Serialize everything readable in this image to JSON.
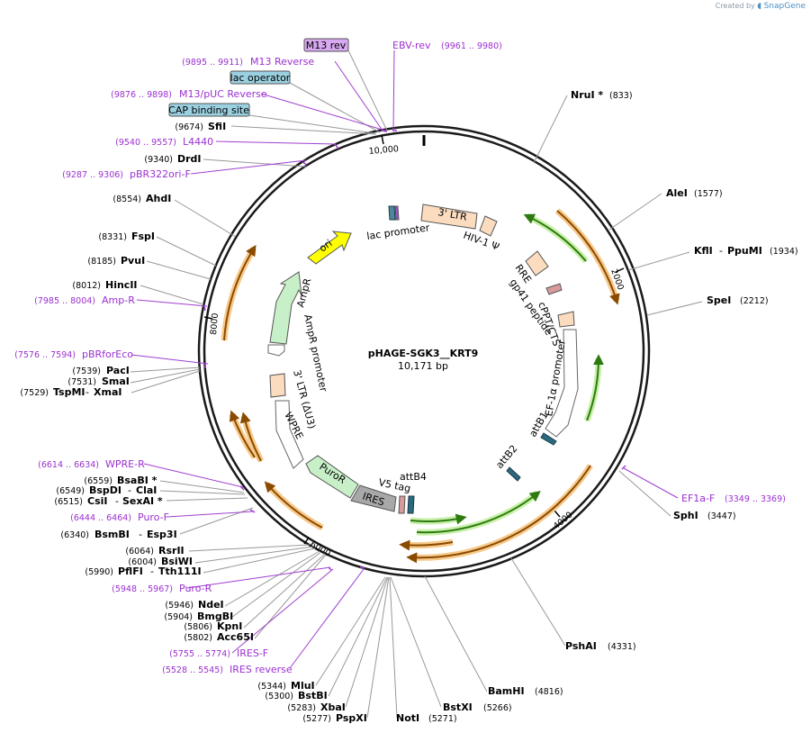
{
  "credit": {
    "prefix": "Created by",
    "brand": "SnapGene"
  },
  "plasmid": {
    "name": "pHAGE-SGK3__KRT9",
    "size": "10,171 bp"
  },
  "ticks": [
    "2000",
    "4000",
    "6000",
    "8000",
    "10,000"
  ],
  "features": {
    "ltr5": "3' LTR",
    "hiv": "HIV-1 Ψ",
    "rre": "RRE",
    "gp41": "gp41 peptide",
    "cppt": "cPPT/CTS",
    "ef1a": "EF-1α promoter",
    "attb1": "attB1",
    "attb2": "attB2",
    "attb4": "attB4",
    "v5": "V5 tag",
    "ires": "IRES",
    "puror": "PuroR",
    "wpre": "WPRE",
    "ltr3": "3' LTR (ΔU3)",
    "amprprom": "AmpR promoter",
    "ampr": "AmpR",
    "ori": "ori",
    "lacprom": "lac promoter"
  },
  "boxed": {
    "m13rev": "M13 rev",
    "lacop": "lac operator",
    "cap": "CAP binding site"
  },
  "sites": {
    "ebvrev": {
      "name": "EBV-rev",
      "range": "(9961 .. 9980)"
    },
    "m13reverse": {
      "name": "M13 Reverse",
      "range": "(9895 .. 9911)"
    },
    "m13puc": {
      "name": "M13/pUC Reverse",
      "range": "(9876 .. 9898)"
    },
    "sfii": {
      "name": "SfiI",
      "pos": "(9674)"
    },
    "l4440": {
      "name": "L4440",
      "range": "(9540 .. 9557)"
    },
    "drdi": {
      "name": "DrdI",
      "pos": "(9340)"
    },
    "pbr322": {
      "name": "pBR322ori-F",
      "range": "(9287 .. 9306)"
    },
    "ahdi": {
      "name": "AhdI",
      "pos": "(8554)"
    },
    "fspi": {
      "name": "FspI",
      "pos": "(8331)"
    },
    "pvui": {
      "name": "PvuI",
      "pos": "(8185)"
    },
    "hincii": {
      "name": "HincII",
      "pos": "(8012)"
    },
    "ampr": {
      "name": "Amp-R",
      "range": "(7985 .. 8004)"
    },
    "pbrforeco": {
      "name": "pBRforEco",
      "range": "(7576 .. 7594)"
    },
    "paci": {
      "name": "PacI",
      "pos": "(7539)"
    },
    "smai": {
      "name": "SmaI",
      "pos": "(7531)"
    },
    "tspmi": {
      "name": "TspMI",
      "name2": "XmaI",
      "pos": "(7529)"
    },
    "wprer": {
      "name": "WPRE-R",
      "range": "(6614 .. 6634)"
    },
    "bsabi": {
      "name": "BsaBI *",
      "pos": "(6559)"
    },
    "bspdi": {
      "name": "BspDI",
      "name2": "ClaI",
      "pos": "(6549)"
    },
    "csii": {
      "name": "CsiI",
      "name2": "SexAI *",
      "pos": "(6515)"
    },
    "purof": {
      "name": "Puro-F",
      "range": "(6444 .. 6464)"
    },
    "bsmbi": {
      "name": "BsmBI",
      "name2": "Esp3I",
      "pos": "(6340)"
    },
    "rsrii": {
      "name": "RsrII",
      "pos": "(6064)"
    },
    "bsiwi": {
      "name": "BsiWI",
      "pos": "(6004)"
    },
    "pflfi": {
      "name": "PflFI",
      "name2": "Tth111I",
      "pos": "(5990)"
    },
    "puror": {
      "name": "Puro-R",
      "range": "(5948 .. 5967)"
    },
    "ndei": {
      "name": "NdeI",
      "pos": "(5946)"
    },
    "bmgbi": {
      "name": "BmgBI",
      "pos": "(5904)"
    },
    "kpni": {
      "name": "KpnI",
      "pos": "(5806)"
    },
    "acc65i": {
      "name": "Acc65I",
      "pos": "(5802)"
    },
    "iresf": {
      "name": "IRES-F",
      "range": "(5755 .. 5774)"
    },
    "iresrev": {
      "name": "IRES reverse",
      "range": "(5528 .. 5545)"
    },
    "mlui": {
      "name": "MluI",
      "pos": "(5344)"
    },
    "bstbi": {
      "name": "BstBI",
      "pos": "(5300)"
    },
    "xbai": {
      "name": "XbaI",
      "pos": "(5283)"
    },
    "pspxi": {
      "name": "PspXI",
      "pos": "(5277)"
    },
    "noti": {
      "name": "NotI",
      "pos": "(5271)"
    },
    "bstxi": {
      "name": "BstXI",
      "pos": "(5266)"
    },
    "bamhi": {
      "name": "BamHI",
      "pos": "(4816)"
    },
    "pshai": {
      "name": "PshAI",
      "pos": "(4331)"
    },
    "sphi": {
      "name": "SphI",
      "pos": "(3447)"
    },
    "ef1af": {
      "name": "EF1a-F",
      "range": "(3349 .. 3369)"
    },
    "spei": {
      "name": "SpeI",
      "pos": "(2212)"
    },
    "kfli": {
      "name": "KflI",
      "name2": "PpuMI",
      "pos": "(1934)"
    },
    "alei": {
      "name": "AleI",
      "pos": "(1577)"
    },
    "nrui": {
      "name": "NruI *",
      "pos": "(833)"
    }
  }
}
